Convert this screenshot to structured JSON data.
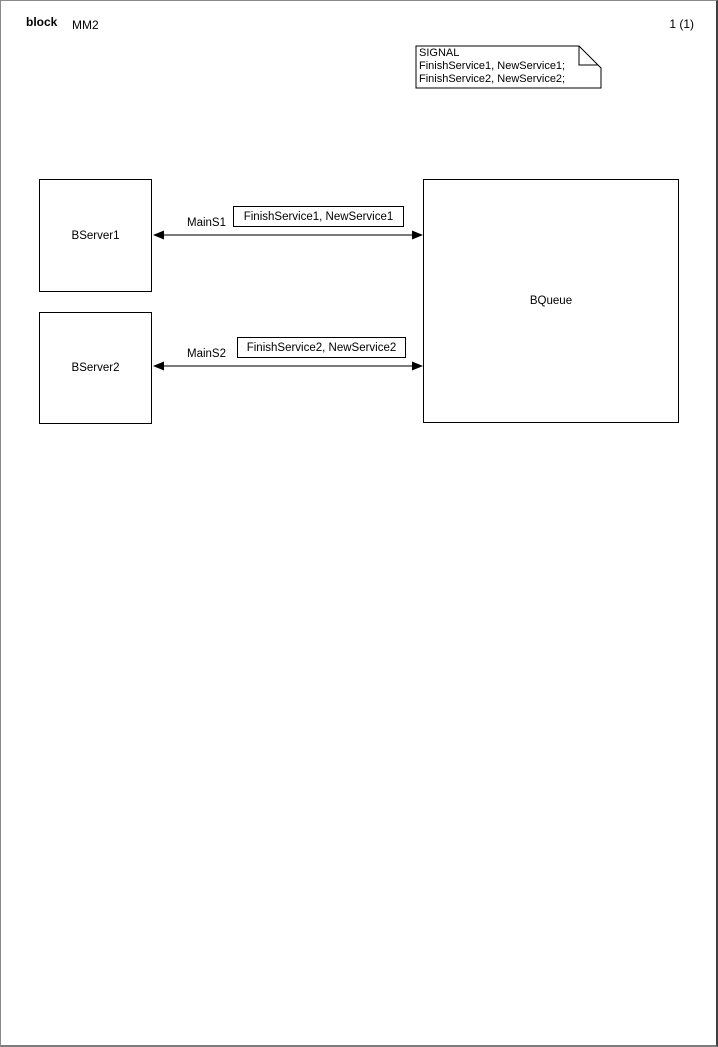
{
  "page": {
    "kind_label": "block",
    "name": "MM2",
    "page_number": "1 (1)"
  },
  "signal_note": {
    "lines": [
      "SIGNAL",
      "FinishService1, NewService1;",
      "FinishService2, NewService2;"
    ]
  },
  "blocks": [
    {
      "label": "BServer1"
    },
    {
      "label": "BServer2"
    },
    {
      "label": "BQueue"
    }
  ],
  "channels": [
    {
      "name": "MainS1",
      "signal_list": "FinishService1, NewService1",
      "bidirectional": true
    },
    {
      "name": "MainS2",
      "signal_list": "FinishService2, NewService2",
      "bidirectional": true
    }
  ],
  "colors": {
    "channel_line": "#7a7a7a",
    "arrowhead": "#000000",
    "symbol_border": "#000000",
    "page_border": "#8a8a8a",
    "background": "#ffffff"
  }
}
